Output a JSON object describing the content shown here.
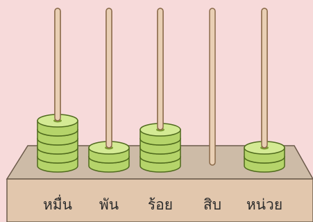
{
  "abacus": {
    "colors": {
      "background": "#f7dada",
      "base_top": "#cdbba7",
      "base_front": "#e2c7ad",
      "base_stroke": "#6b5a4a",
      "rod_fill": "#e9cfb4",
      "rod_stroke": "#8a6a4a",
      "bead_fill": "#b5d46a",
      "bead_top": "#d4ea94",
      "bead_hole": "#7d9a34",
      "bead_stroke": "#4f6a1d"
    },
    "places": [
      {
        "label": "หมื่น",
        "beads": 5
      },
      {
        "label": "พัน",
        "beads": 2
      },
      {
        "label": "ร้อย",
        "beads": 4
      },
      {
        "label": "สิบ",
        "beads": 0
      },
      {
        "label": "หน่วย",
        "beads": 2
      }
    ]
  }
}
